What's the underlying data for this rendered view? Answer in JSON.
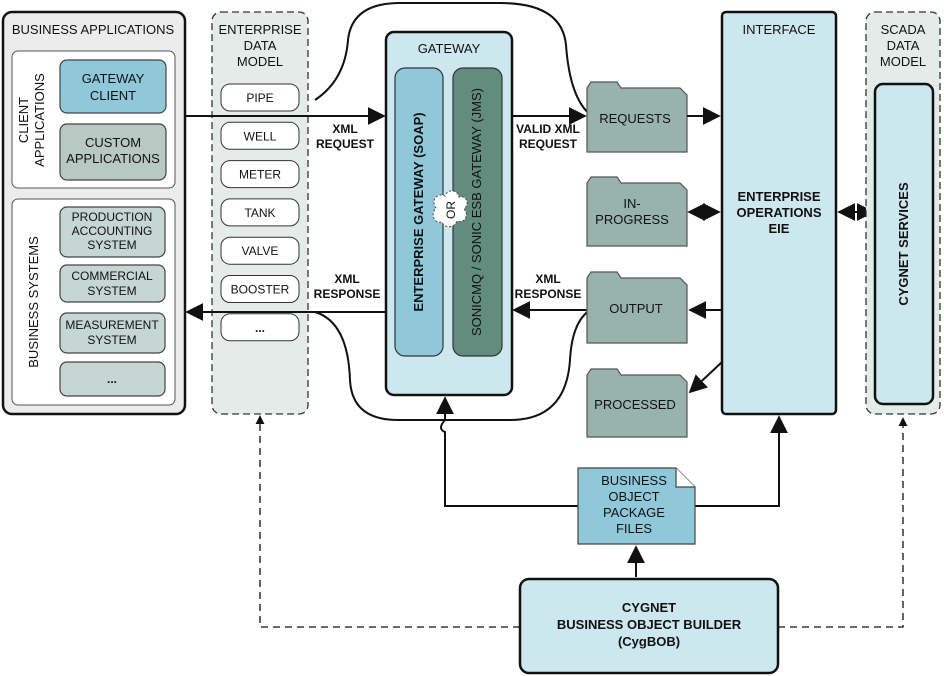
{
  "business_applications": {
    "title": "BUSINESS APPLICATIONS",
    "client_applications": {
      "label_line1": "CLIENT",
      "label_line2": "APPLICATIONS",
      "gateway_client": [
        "GATEWAY",
        "CLIENT"
      ],
      "custom_applications": [
        "CUSTOM",
        "APPLICATIONS"
      ]
    },
    "business_systems": {
      "label": "BUSINESS SYSTEMS",
      "production_accounting": [
        "PRODUCTION",
        "ACCOUNTING",
        "SYSTEM"
      ],
      "commercial": [
        "COMMERCIAL",
        "SYSTEM"
      ],
      "measurement": [
        "MEASUREMENT",
        "SYSTEM"
      ],
      "more": "..."
    }
  },
  "enterprise_data_model": {
    "title": [
      "ENTERPRISE",
      "DATA",
      "MODEL"
    ],
    "items": [
      "PIPE",
      "WELL",
      "METER",
      "TANK",
      "VALVE",
      "BOOSTER",
      "..."
    ]
  },
  "flows": {
    "xml_request": [
      "XML",
      "REQUEST"
    ],
    "xml_response": [
      "XML",
      "RESPONSE"
    ],
    "valid_xml_request": [
      "VALID XML",
      "REQUEST"
    ],
    "xml_response_right": [
      "XML",
      "RESPONSE"
    ]
  },
  "gateway": {
    "title": "GATEWAY",
    "enterprise_gateway": "ENTERPRISE GATEWAY  (SOAP)",
    "or": "OR",
    "sonic_gateway": "SONICMQ / SONIC ESB GATEWAY  (JMS)"
  },
  "folders": {
    "requests": [
      "REQUESTS"
    ],
    "in_progress": [
      "IN-",
      "PROGRESS"
    ],
    "output": [
      "OUTPUT"
    ],
    "processed": [
      "PROCESSED"
    ]
  },
  "interface": {
    "title": "INTERFACE",
    "body": [
      "ENTERPRISE",
      "OPERATIONS",
      "EIE"
    ]
  },
  "scada": {
    "title": [
      "SCADA",
      "DATA",
      "MODEL"
    ],
    "services": "CYGNET SERVICES"
  },
  "bop_files": [
    "BUSINESS",
    "OBJECT",
    "PACKAGE",
    "FILES"
  ],
  "cygbob": [
    "CYGNET",
    "BUSINESS OBJECT BUILDER",
    "(CygBOB)"
  ],
  "colors": {
    "light_blue": "#cde7ee",
    "blue": "#8fc9d9",
    "gray_green": "#c6d6d2",
    "dark_green": "#628c7e",
    "folder": "#97b3ab"
  }
}
